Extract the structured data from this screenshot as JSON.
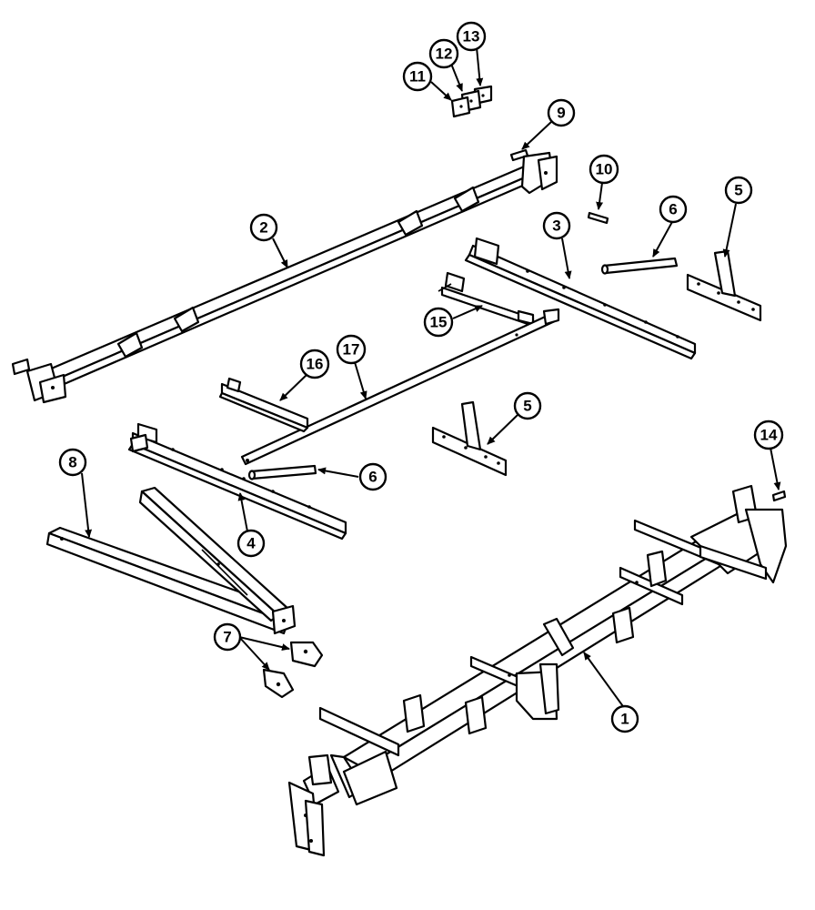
{
  "callouts": {
    "c1": "1",
    "c2": "2",
    "c3": "3",
    "c4": "4",
    "c5a": "5",
    "c5b": "5",
    "c6a": "6",
    "c6b": "6",
    "c7": "7",
    "c8": "8",
    "c9": "9",
    "c10": "10",
    "c11": "11",
    "c12": "12",
    "c13": "13",
    "c14": "14",
    "c15": "15",
    "c16": "16",
    "c17": "17"
  },
  "colors": {
    "line": "#000000",
    "background": "#ffffff"
  }
}
